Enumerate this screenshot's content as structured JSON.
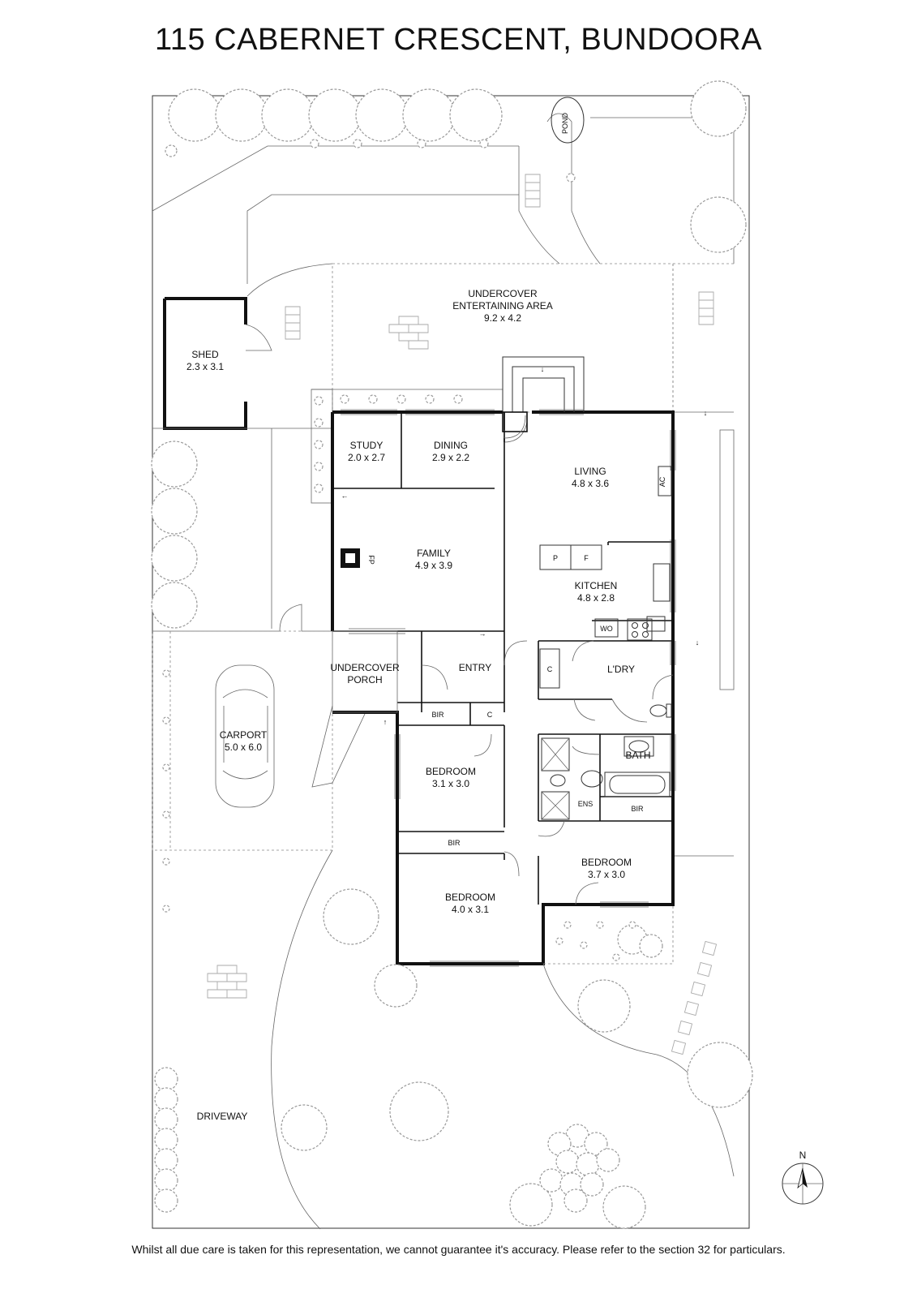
{
  "title": "115 CABERNET CRESCENT, BUNDOORA",
  "disclaimer": "Whilst all due care is taken for this representation, we cannot guarantee it's accuracy. Please refer to the section 32 for particulars.",
  "rooms": {
    "entertaining": {
      "name1": "UNDERCOVER",
      "name2": "ENTERTAINING AREA",
      "size": "9.2 x 4.2"
    },
    "shed": {
      "name": "SHED",
      "size": "2.3 x 3.1"
    },
    "study": {
      "name": "STUDY",
      "size": "2.0 x 2.7"
    },
    "dining": {
      "name": "DINING",
      "size": "2.9 x 2.2"
    },
    "living": {
      "name": "LIVING",
      "size": "4.8 x 3.6"
    },
    "family": {
      "name": "FAMILY",
      "size": "4.9 x 3.9"
    },
    "kitchen": {
      "name": "KITCHEN",
      "size": "4.8 x 2.8"
    },
    "porch": {
      "name1": "UNDERCOVER",
      "name2": "PORCH"
    },
    "entry": {
      "name": "ENTRY"
    },
    "laundry": {
      "name": "L'DRY"
    },
    "bath": {
      "name": "BATH"
    },
    "ens": {
      "name": "ENS"
    },
    "carport": {
      "name": "CARPORT",
      "size": "5.0 x 6.0"
    },
    "bedroom1": {
      "name": "BEDROOM",
      "size": "3.1 x 3.0"
    },
    "bedroom2": {
      "name": "BEDROOM",
      "size": "4.0 x 3.1"
    },
    "bedroom3": {
      "name": "BEDROOM",
      "size": "3.7 x 3.0"
    },
    "driveway": {
      "name": "DRIVEWAY"
    }
  },
  "fixtures": {
    "pond": "POND",
    "ac": "AC",
    "fp": "FP",
    "pantry": "P",
    "fridge": "F",
    "wo": "WO",
    "c": "C",
    "bir": "BIR"
  },
  "compass": {
    "north": "N"
  }
}
